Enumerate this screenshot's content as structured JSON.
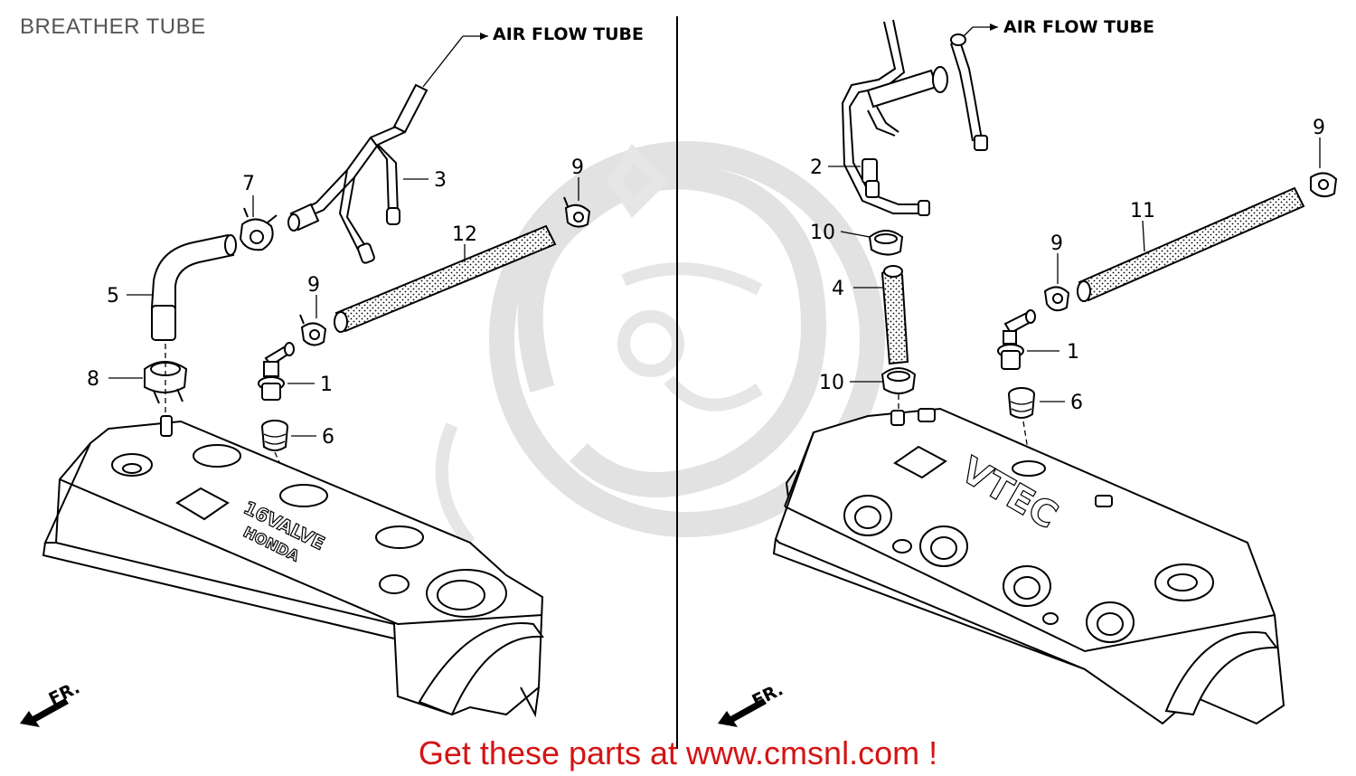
{
  "title": "BREATHER TUBE",
  "footer": "Get these parts at www.cmsnl.com !",
  "colors": {
    "footer_text": "#d41414",
    "title_text": "#555555",
    "line_art": "#000000",
    "watermark": "#e2e2e2"
  },
  "left_panel": {
    "air_flow_label": "AIR FLOW TUBE",
    "front_arrow_label": "FR.",
    "emboss_text_1": "16VALVE",
    "emboss_text_2": "HONDA",
    "callouts": [
      "1",
      "3",
      "5",
      "6",
      "7",
      "8",
      "9",
      "9",
      "12"
    ]
  },
  "right_panel": {
    "air_flow_label": "AIR FLOW TUBE",
    "front_arrow_label": "FR.",
    "emboss_text": "VTEC",
    "callouts": [
      "1",
      "2",
      "4",
      "6",
      "9",
      "9",
      "10",
      "10",
      "11"
    ]
  }
}
